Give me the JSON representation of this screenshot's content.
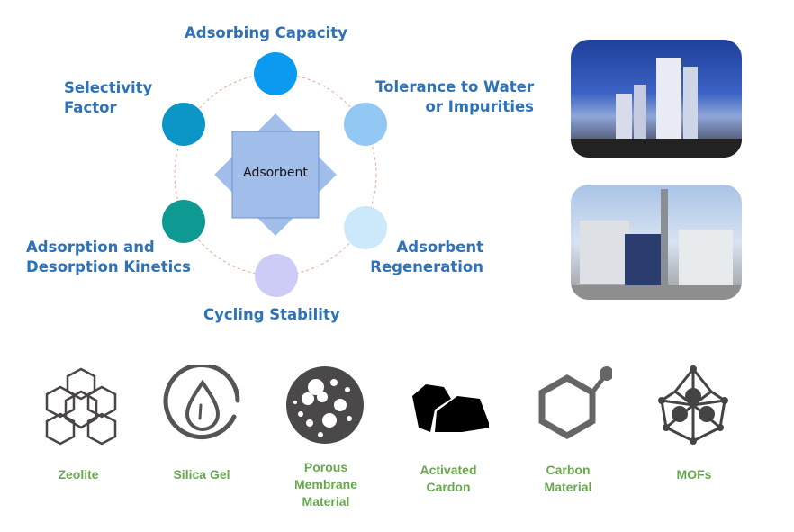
{
  "diagram": {
    "center": "Adsorbent",
    "factors": [
      {
        "label": "Adsorbing Capacity",
        "color": "#0a9af0"
      },
      {
        "label": "Tolerance to Water or Impurities",
        "line1": "Tolerance to Water",
        "line2": "or Impurities",
        "color": "#93c8f5"
      },
      {
        "label": "Adsorbent Regeneration",
        "line1": "Adsorbent",
        "line2": "Regeneration",
        "color": "#cce9fb"
      },
      {
        "label": "Cycling Stability",
        "color": "#cdccf6"
      },
      {
        "label": "Adsorption and Desorption Kinetics",
        "line1": "Adsorption and",
        "line2": "Desorption Kinetics",
        "color": "#0e9a92"
      },
      {
        "label": "Selectivity Factor",
        "line1": "Selectivity",
        "line2": "Factor",
        "color": "#0c96c8"
      }
    ]
  },
  "materials": [
    {
      "label": "Zeolite"
    },
    {
      "label": "Silica Gel"
    },
    {
      "label": "Porous Membrane Material",
      "lines": [
        "Porous",
        "Membrane",
        "Material"
      ]
    },
    {
      "label": "Activated Cardon",
      "lines": [
        "Activated",
        "Cardon"
      ]
    },
    {
      "label": "Carbon Material",
      "lines": [
        "Carbon",
        "Material"
      ]
    },
    {
      "label": "MOFs"
    }
  ]
}
